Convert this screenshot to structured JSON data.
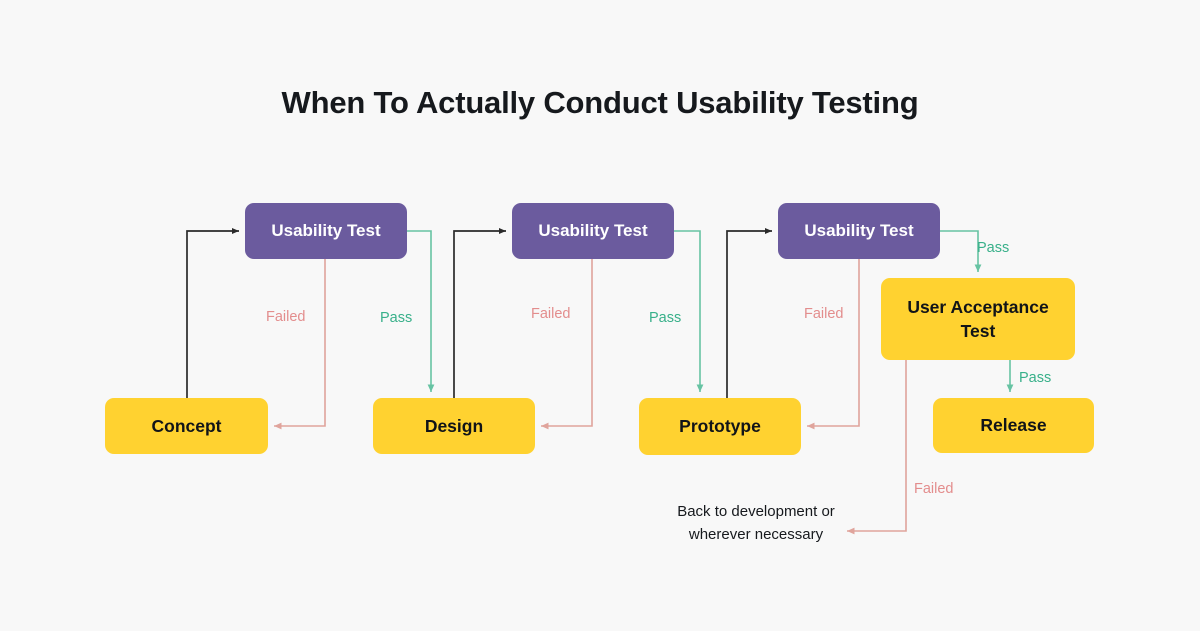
{
  "page": {
    "title": "When To Actually Conduct Usability Testing",
    "background_color": "#f8f8f8"
  },
  "colors": {
    "test_box": "#6b5b9e",
    "stage_box": "#ffd230",
    "pass_line": "#67c3a3",
    "failed_line": "#e0a49c",
    "loop_line": "#2b2b2b",
    "pass_label": "#38b08a",
    "failed_label": "#e38d8d",
    "title_text": "#16191d"
  },
  "nodes": [
    {
      "id": "concept",
      "label": "Concept",
      "type": "stage"
    },
    {
      "id": "test1",
      "label": "Usability Test",
      "type": "test"
    },
    {
      "id": "design",
      "label": "Design",
      "type": "stage"
    },
    {
      "id": "test2",
      "label": "Usability Test",
      "type": "test"
    },
    {
      "id": "prototype",
      "label": "Prototype",
      "type": "stage"
    },
    {
      "id": "test3",
      "label": "Usability Test",
      "type": "test"
    },
    {
      "id": "uat",
      "label": "User Acceptance Test",
      "type": "stage"
    },
    {
      "id": "release",
      "label": "Release",
      "type": "stage"
    }
  ],
  "edge_labels": {
    "failed_1": "Failed",
    "pass_1": "Pass",
    "failed_2": "Failed",
    "pass_2": "Pass",
    "failed_3": "Failed",
    "pass_3": "Pass",
    "pass_4": "Pass",
    "failed_4": "Failed"
  },
  "annotation": {
    "line1": "Back to development or",
    "line2": "wherever necessary"
  }
}
